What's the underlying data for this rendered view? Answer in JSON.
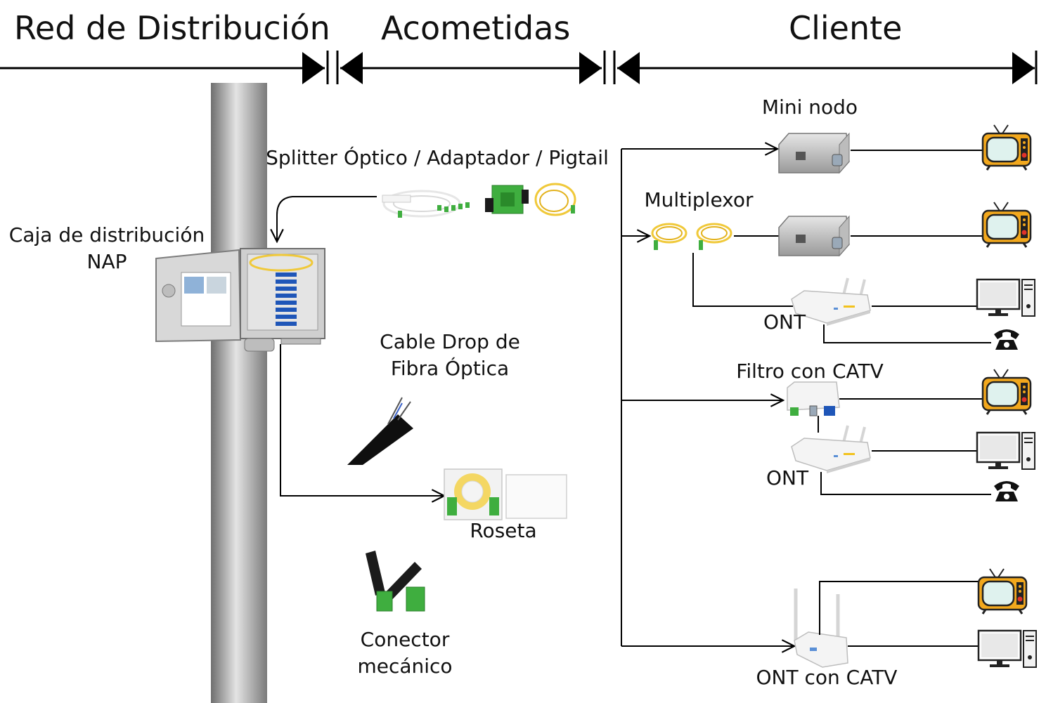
{
  "sections": {
    "distribution": "Red de Distribución",
    "drops": "Acometidas",
    "client": "Cliente"
  },
  "labels": {
    "nap_line1": "Caja de distribución",
    "nap_line2": "NAP",
    "splitter": "Splitter Óptico / Adaptador / Pigtail",
    "cable_line1": "Cable Drop de",
    "cable_line2": "Fibra Óptica",
    "rosette": "Roseta",
    "connector_line1": "Conector",
    "connector_line2": "mecánico",
    "mini_node": "Mini nodo",
    "multiplexer": "Multiplexor",
    "ont_a": "ONT",
    "catv_filter": "Filtro con CATV",
    "ont_b": "ONT",
    "ont_catv": "ONT con CATV"
  },
  "colors": {
    "tv_body": "#f2a81d",
    "tv_screen": "#dff2ee",
    "connector_green": "#3fae3f",
    "adapter_blue": "#1f56b8",
    "pole_gray": "#9d9d9d",
    "fiber_yellow": "#f0c93a"
  },
  "icons": [
    "pole",
    "nap-box",
    "splitter",
    "adapter",
    "pigtail",
    "drop-cable",
    "rosette",
    "mechanical-connector",
    "mini-node",
    "ont-router",
    "tv",
    "computer",
    "telephone"
  ]
}
